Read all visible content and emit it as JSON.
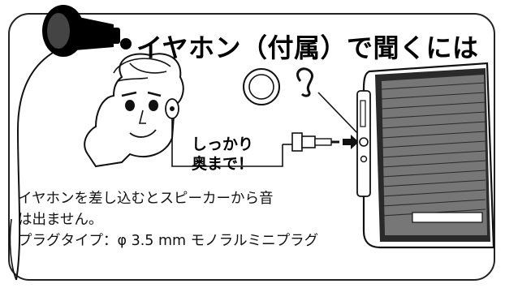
{
  "title": "イヤホン（付属）で聞くには",
  "caption": {
    "line1": "しっかり",
    "line2": "奥まで！"
  },
  "notes": [
    "イヤホンを差し込むとスピーカーから音",
    "は出ません。",
    "プラグタイプ：φ 3.5 mm モノラルミニプラグ"
  ],
  "icons": {
    "earphone": "earphone-icon",
    "ear": "ear-icon",
    "plug": "plug-icon",
    "radio": "radio-icon"
  }
}
